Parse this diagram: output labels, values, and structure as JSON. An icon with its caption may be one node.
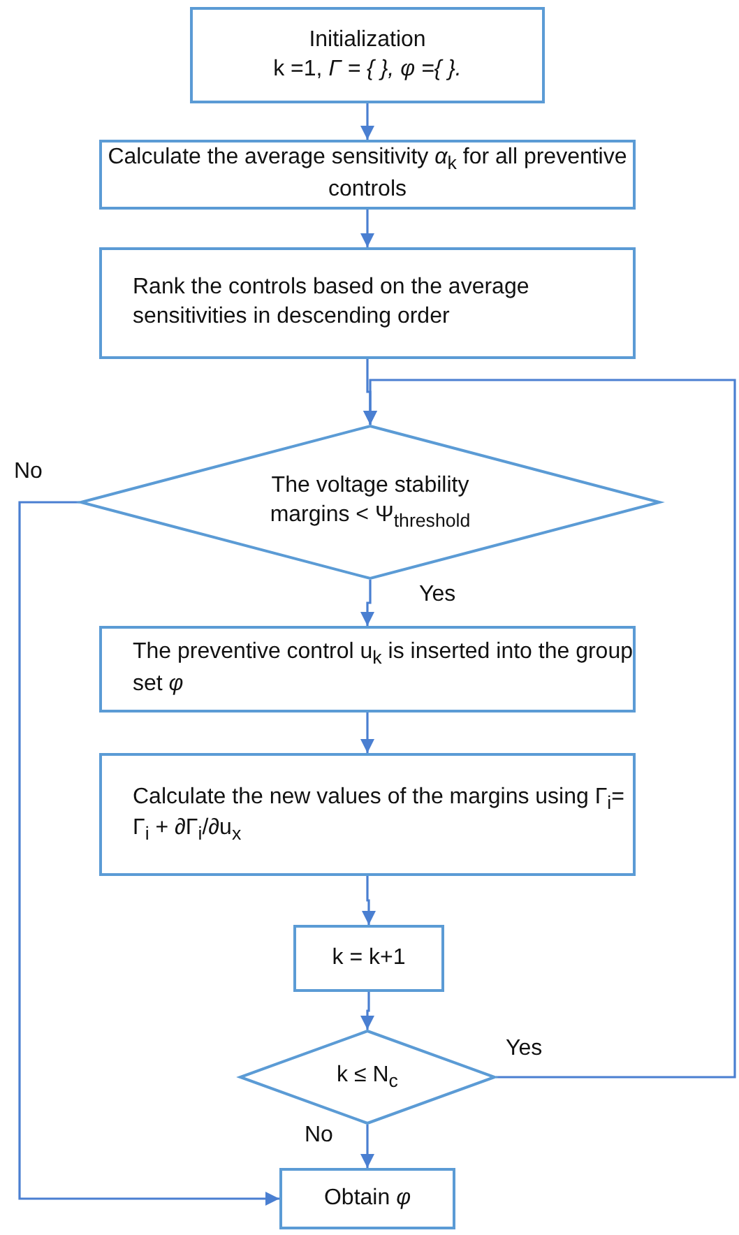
{
  "diagram": {
    "nodes": [
      {
        "text": [
          "Initialization",
          "k =1, *Γ = {  }, φ ={  }.*"
        ]
      },
      {
        "text": [
          "Calculate the average sensitivity *α*$_{k}$ for all preventive controls"
        ]
      },
      {
        "text": [
          "Rank the controls based on the average sensitivities in descending order"
        ]
      },
      {
        "text": [
          "The voltage stability margins < Ψ$_{threshold}$"
        ]
      },
      {
        "text": [
          "The preventive control u$_{k}$ is inserted into the group set *φ*"
        ]
      },
      {
        "text": [
          "Calculate the new values of the margins using Γ$_{i}$= Γ$_{i}$ + ∂Γ$_{i}$/∂u$_{x}$"
        ]
      },
      {
        "text": [
          "k = k+1"
        ]
      },
      {
        "text": [
          "k ≤ N$_{c}$"
        ]
      },
      {
        "text": [
          "Obtain *φ*"
        ]
      }
    ],
    "edges": [
      {
        "from": 0,
        "to": 1,
        "arrow": "to"
      },
      {
        "from": 1,
        "to": 2,
        "arrow": "to"
      },
      {
        "from": 2,
        "to": 3,
        "arrow": "to"
      },
      {
        "from": 3,
        "to": 4,
        "arrow": "to",
        "label": "Yes"
      },
      {
        "from": 4,
        "to": 5,
        "arrow": "to"
      },
      {
        "from": 5,
        "to": 6,
        "arrow": "to"
      },
      {
        "from": 6,
        "to": 7,
        "arrow": "to"
      },
      {
        "from": 7,
        "to": 8,
        "arrow": "to",
        "label": "No"
      },
      {
        "from": 3,
        "to": 8,
        "arrow": "to",
        "label": "No"
      },
      {
        "from": 7,
        "to": 3,
        "arrow": "to",
        "label": "Yes"
      }
    ]
  }
}
